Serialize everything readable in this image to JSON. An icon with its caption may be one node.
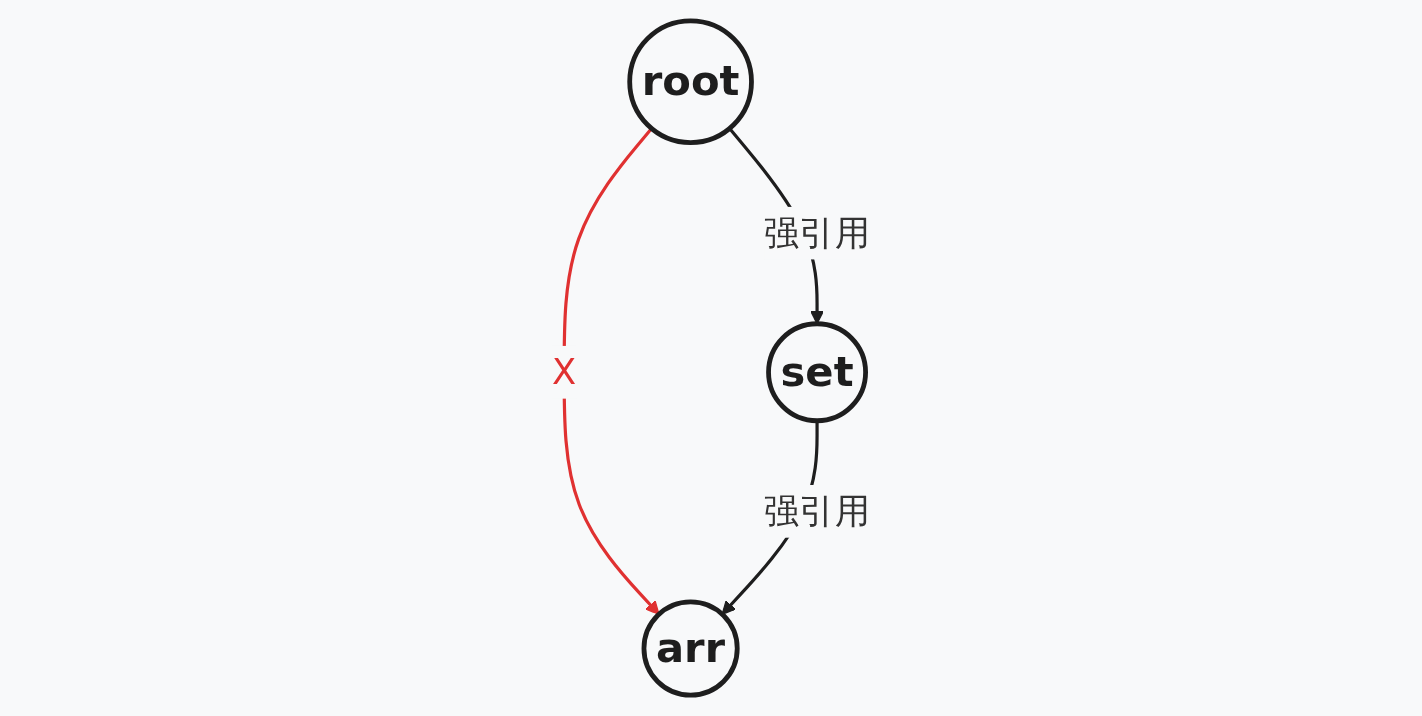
{
  "diagram": {
    "nodes": [
      {
        "text": [
          "root"
        ]
      },
      {
        "text": [
          "set"
        ]
      },
      {
        "text": [
          "arr"
        ]
      }
    ],
    "edges": [
      {
        "from": 0,
        "to": 2,
        "arrow": "to",
        "label": "X",
        "color": "#e03131"
      },
      {
        "from": 0,
        "to": 1,
        "arrow": "to",
        "label": "强引用"
      },
      {
        "from": 1,
        "to": 2,
        "arrow": "to",
        "label": "强引用"
      }
    ]
  }
}
